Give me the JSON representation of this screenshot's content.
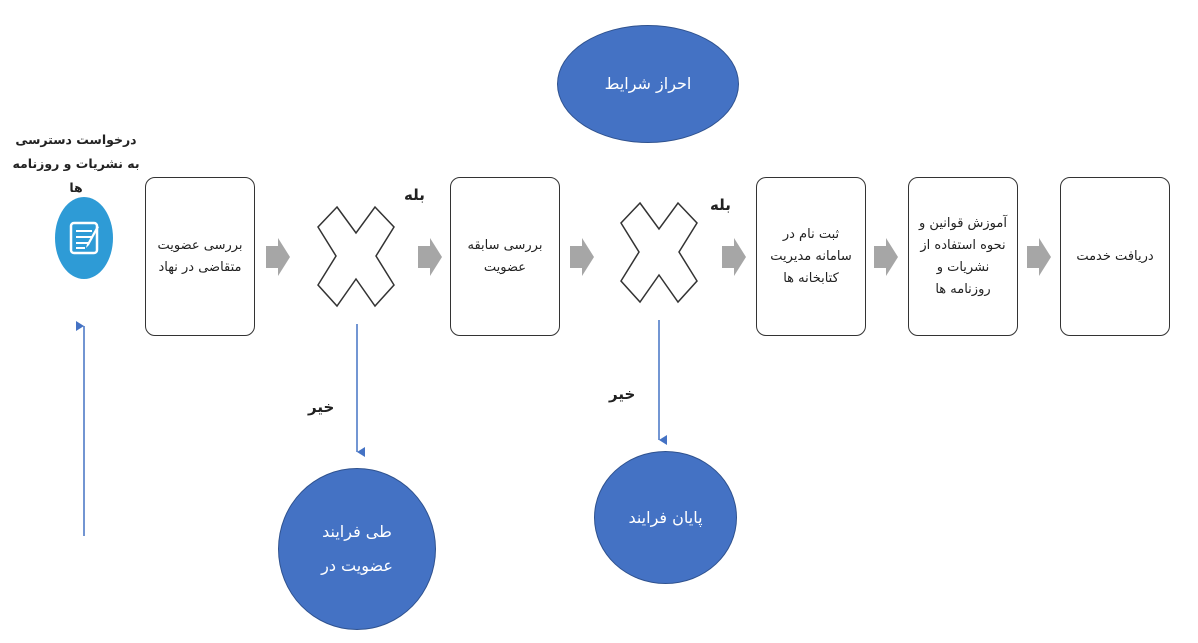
{
  "start": {
    "caption": "درخواست دسترسی به نشریات و روزنامه ها",
    "icon": "checklist-icon"
  },
  "boxes": {
    "membership_check": "بررسی عضویت متقاضی در نهاد",
    "membership_history": "بررسی سابقه عضویت",
    "library_registration": "ثبت نام در سامانه مدیریت کتابخانه ها",
    "rules_training": "آموزش قوانین و نحوه استفاده از نشریات و روزنامه ها",
    "receive_service": "دریافت خدمت"
  },
  "ovals": {
    "eligibility": "احراز شرایط",
    "membership_process": "طی فرایند عضویت در",
    "end_process": "پایان فرایند"
  },
  "labels": {
    "yes_1": "بله",
    "yes_2": "بله",
    "no_1": "خیر",
    "no_2": "خیر"
  },
  "colors": {
    "oval_fill": "#4472C4",
    "icon_circle": "#2E9BD6",
    "arrow_gray": "#A6A6A6",
    "line_blue": "#4472C4"
  }
}
